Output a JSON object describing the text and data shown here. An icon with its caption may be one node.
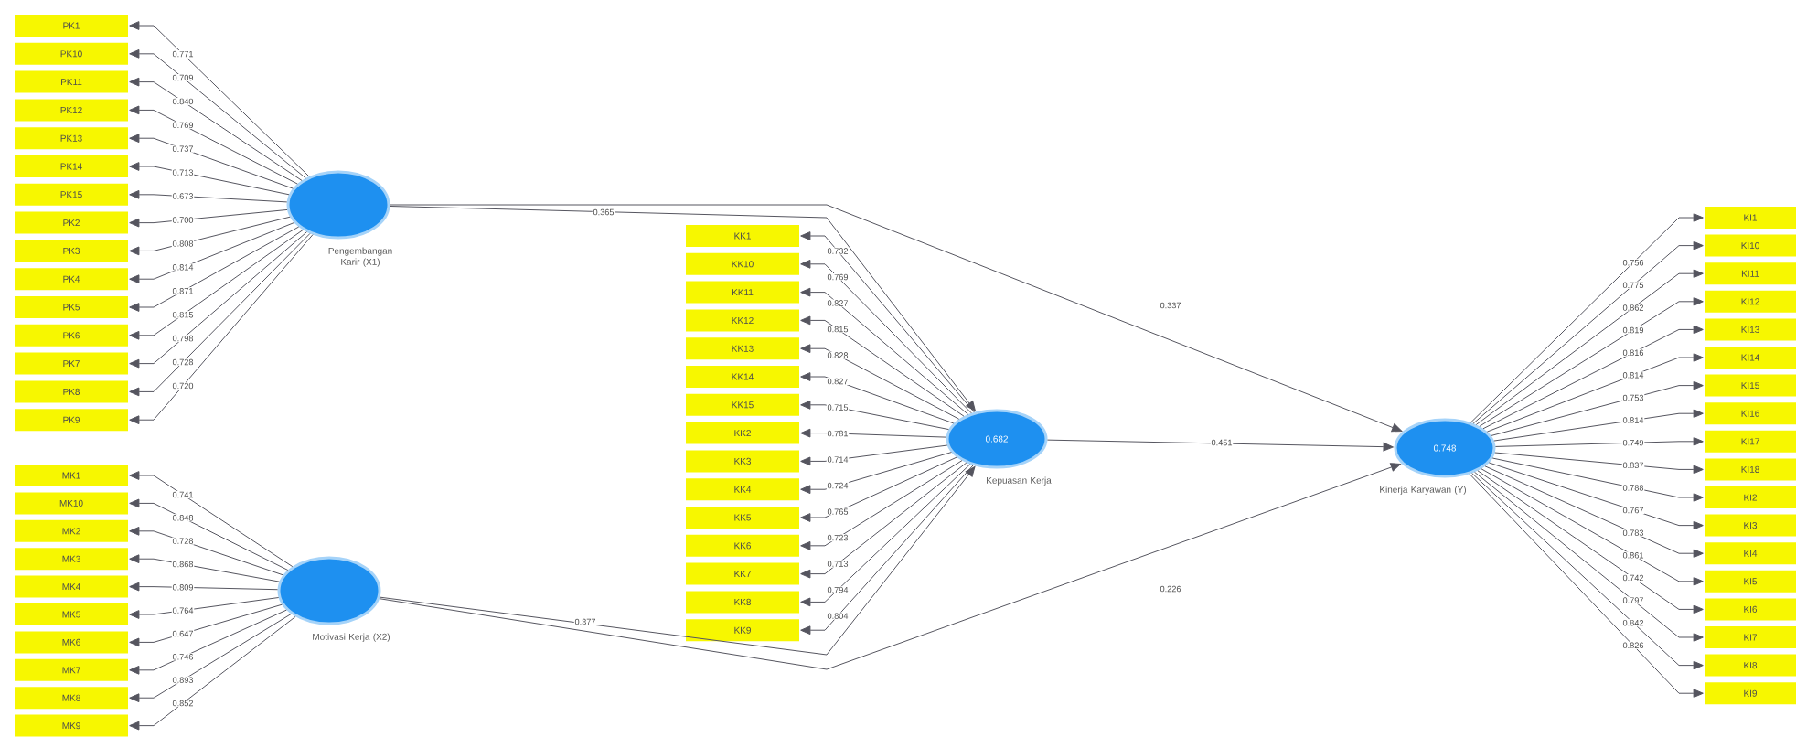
{
  "diagram": {
    "nodes": [
      {
        "text": [
          "Pengembangan Karir (X1)"
        ]
      },
      {
        "text": [
          "PK1"
        ]
      },
      {
        "text": [
          "PK10"
        ]
      },
      {
        "text": [
          "PK11"
        ]
      },
      {
        "text": [
          "PK12"
        ]
      },
      {
        "text": [
          "PK13"
        ]
      },
      {
        "text": [
          "PK14"
        ]
      },
      {
        "text": [
          "PK15"
        ]
      },
      {
        "text": [
          "PK2"
        ]
      },
      {
        "text": [
          "PK3"
        ]
      },
      {
        "text": [
          "PK4"
        ]
      },
      {
        "text": [
          "PK5"
        ]
      },
      {
        "text": [
          "PK6"
        ]
      },
      {
        "text": [
          "PK7"
        ]
      },
      {
        "text": [
          "PK8"
        ]
      },
      {
        "text": [
          "PK9"
        ]
      },
      {
        "text": [
          "Motivasi Kerja (X2)"
        ]
      },
      {
        "text": [
          "MK1"
        ]
      },
      {
        "text": [
          "MK10"
        ]
      },
      {
        "text": [
          "MK2"
        ]
      },
      {
        "text": [
          "MK3"
        ]
      },
      {
        "text": [
          "MK4"
        ]
      },
      {
        "text": [
          "MK5"
        ]
      },
      {
        "text": [
          "MK6"
        ]
      },
      {
        "text": [
          "MK7"
        ]
      },
      {
        "text": [
          "MK8"
        ]
      },
      {
        "text": [
          "MK9"
        ]
      },
      {
        "text": [
          "KK1"
        ]
      },
      {
        "text": [
          "KK10"
        ]
      },
      {
        "text": [
          "KK11"
        ]
      },
      {
        "text": [
          "KK12"
        ]
      },
      {
        "text": [
          "KK13"
        ]
      },
      {
        "text": [
          "KK14"
        ]
      },
      {
        "text": [
          "KK15"
        ]
      },
      {
        "text": [
          "KK2"
        ]
      },
      {
        "text": [
          "KK3"
        ]
      },
      {
        "text": [
          "KK4"
        ]
      },
      {
        "text": [
          "KK5"
        ]
      },
      {
        "text": [
          "KK6"
        ]
      },
      {
        "text": [
          "KK7"
        ]
      },
      {
        "text": [
          "KK8"
        ]
      },
      {
        "text": [
          "KK9"
        ]
      },
      {
        "text": [
          "0.682",
          "Kepuasan Kerja"
        ]
      },
      {
        "text": [
          "0.748",
          "Kinerja Karyawan (Y)"
        ]
      },
      {
        "text": [
          "KI1"
        ]
      },
      {
        "text": [
          "KI10"
        ]
      },
      {
        "text": [
          "KI11"
        ]
      },
      {
        "text": [
          "KI12"
        ]
      },
      {
        "text": [
          "KI13"
        ]
      },
      {
        "text": [
          "KI14"
        ]
      },
      {
        "text": [
          "KI15"
        ]
      },
      {
        "text": [
          "KI16"
        ]
      },
      {
        "text": [
          "KI17"
        ]
      },
      {
        "text": [
          "KI18"
        ]
      },
      {
        "text": [
          "KI2"
        ]
      },
      {
        "text": [
          "KI3"
        ]
      },
      {
        "text": [
          "KI4"
        ]
      },
      {
        "text": [
          "KI5"
        ]
      },
      {
        "text": [
          "KI6"
        ]
      },
      {
        "text": [
          "KI7"
        ]
      },
      {
        "text": [
          "KI8"
        ]
      },
      {
        "text": [
          "KI9"
        ]
      }
    ],
    "edges": [
      {
        "from": 0,
        "to": 1,
        "arrow": "to",
        "label": "0.771"
      },
      {
        "from": 0,
        "to": 2,
        "arrow": "to",
        "label": "0.709"
      },
      {
        "from": 0,
        "to": 3,
        "arrow": "to",
        "label": "0.840"
      },
      {
        "from": 0,
        "to": 4,
        "arrow": "to",
        "label": "0.769"
      },
      {
        "from": 0,
        "to": 5,
        "arrow": "to",
        "label": "0.737"
      },
      {
        "from": 0,
        "to": 6,
        "arrow": "to",
        "label": "0.713"
      },
      {
        "from": 0,
        "to": 7,
        "arrow": "to",
        "label": "0.673"
      },
      {
        "from": 0,
        "to": 8,
        "arrow": "to",
        "label": "0.700"
      },
      {
        "from": 0,
        "to": 9,
        "arrow": "to",
        "label": "0.808"
      },
      {
        "from": 0,
        "to": 10,
        "arrow": "to",
        "label": "0.814"
      },
      {
        "from": 0,
        "to": 11,
        "arrow": "to",
        "label": "0.871"
      },
      {
        "from": 0,
        "to": 12,
        "arrow": "to",
        "label": "0.815"
      },
      {
        "from": 0,
        "to": 13,
        "arrow": "to",
        "label": "0.798"
      },
      {
        "from": 0,
        "to": 14,
        "arrow": "to",
        "label": "0.728"
      },
      {
        "from": 0,
        "to": 15,
        "arrow": "to",
        "label": "0.720"
      },
      {
        "from": 16,
        "to": 17,
        "arrow": "to",
        "label": "0.741"
      },
      {
        "from": 16,
        "to": 18,
        "arrow": "to",
        "label": "0.848"
      },
      {
        "from": 16,
        "to": 19,
        "arrow": "to",
        "label": "0.728"
      },
      {
        "from": 16,
        "to": 20,
        "arrow": "to",
        "label": "0.868"
      },
      {
        "from": 16,
        "to": 21,
        "arrow": "to",
        "label": "0.809"
      },
      {
        "from": 16,
        "to": 22,
        "arrow": "to",
        "label": "0.764"
      },
      {
        "from": 16,
        "to": 23,
        "arrow": "to",
        "label": "0.647"
      },
      {
        "from": 16,
        "to": 24,
        "arrow": "to",
        "label": "0.746"
      },
      {
        "from": 16,
        "to": 25,
        "arrow": "to",
        "label": "0.893"
      },
      {
        "from": 16,
        "to": 26,
        "arrow": "to",
        "label": "0.852"
      },
      {
        "from": 42,
        "to": 27,
        "arrow": "to",
        "label": "0.732"
      },
      {
        "from": 42,
        "to": 28,
        "arrow": "to",
        "label": "0.769"
      },
      {
        "from": 42,
        "to": 29,
        "arrow": "to",
        "label": "0.827"
      },
      {
        "from": 42,
        "to": 30,
        "arrow": "to",
        "label": "0.815"
      },
      {
        "from": 42,
        "to": 31,
        "arrow": "to",
        "label": "0.828"
      },
      {
        "from": 42,
        "to": 32,
        "arrow": "to",
        "label": "0.827"
      },
      {
        "from": 42,
        "to": 33,
        "arrow": "to",
        "label": "0.715"
      },
      {
        "from": 42,
        "to": 34,
        "arrow": "to",
        "label": "0.781"
      },
      {
        "from": 42,
        "to": 35,
        "arrow": "to",
        "label": "0.714"
      },
      {
        "from": 42,
        "to": 36,
        "arrow": "to",
        "label": "0.724"
      },
      {
        "from": 42,
        "to": 37,
        "arrow": "to",
        "label": "0.765"
      },
      {
        "from": 42,
        "to": 38,
        "arrow": "to",
        "label": "0.723"
      },
      {
        "from": 42,
        "to": 39,
        "arrow": "to",
        "label": "0.713"
      },
      {
        "from": 42,
        "to": 40,
        "arrow": "to",
        "label": "0.794"
      },
      {
        "from": 42,
        "to": 41,
        "arrow": "to",
        "label": "0.804"
      },
      {
        "from": 43,
        "to": 44,
        "arrow": "to",
        "label": "0.756"
      },
      {
        "from": 43,
        "to": 45,
        "arrow": "to",
        "label": "0.775"
      },
      {
        "from": 43,
        "to": 46,
        "arrow": "to",
        "label": "0.862"
      },
      {
        "from": 43,
        "to": 47,
        "arrow": "to",
        "label": "0.819"
      },
      {
        "from": 43,
        "to": 48,
        "arrow": "to",
        "label": "0.816"
      },
      {
        "from": 43,
        "to": 49,
        "arrow": "to",
        "label": "0.814"
      },
      {
        "from": 43,
        "to": 50,
        "arrow": "to",
        "label": "0.753"
      },
      {
        "from": 43,
        "to": 51,
        "arrow": "to",
        "label": "0.814"
      },
      {
        "from": 43,
        "to": 52,
        "arrow": "to",
        "label": "0.749"
      },
      {
        "from": 43,
        "to": 53,
        "arrow": "to",
        "label": "0.837"
      },
      {
        "from": 43,
        "to": 54,
        "arrow": "to",
        "label": "0.788"
      },
      {
        "from": 43,
        "to": 55,
        "arrow": "to",
        "label": "0.767"
      },
      {
        "from": 43,
        "to": 56,
        "arrow": "to",
        "label": "0.783"
      },
      {
        "from": 43,
        "to": 57,
        "arrow": "to",
        "label": "0.861"
      },
      {
        "from": 43,
        "to": 58,
        "arrow": "to",
        "label": "0.742"
      },
      {
        "from": 43,
        "to": 59,
        "arrow": "to",
        "label": "0.797"
      },
      {
        "from": 43,
        "to": 60,
        "arrow": "to",
        "label": "0.842"
      },
      {
        "from": 43,
        "to": 61,
        "arrow": "to",
        "label": "0.826"
      },
      {
        "from": 0,
        "to": 42,
        "arrow": "to",
        "label": "0.365"
      },
      {
        "from": 0,
        "to": 43,
        "arrow": "to",
        "label": "0.337"
      },
      {
        "from": 16,
        "to": 42,
        "arrow": "to",
        "label": "0.377"
      },
      {
        "from": 16,
        "to": 43,
        "arrow": "to",
        "label": "0.226"
      },
      {
        "from": 42,
        "to": 43,
        "arrow": "to",
        "label": "0.451"
      }
    ]
  }
}
